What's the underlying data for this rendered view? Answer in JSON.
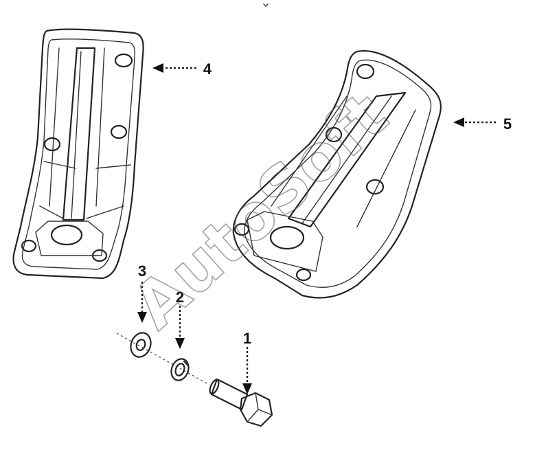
{
  "watermark": "AutoSoft",
  "callouts": [
    {
      "id": "1",
      "label": "1",
      "part": "bolt"
    },
    {
      "id": "2",
      "label": "2",
      "part": "lock-washer"
    },
    {
      "id": "3",
      "label": "3",
      "part": "flat-washer"
    },
    {
      "id": "4",
      "label": "4",
      "part": "left-bracket"
    },
    {
      "id": "5",
      "label": "5",
      "part": "right-bracket"
    }
  ]
}
